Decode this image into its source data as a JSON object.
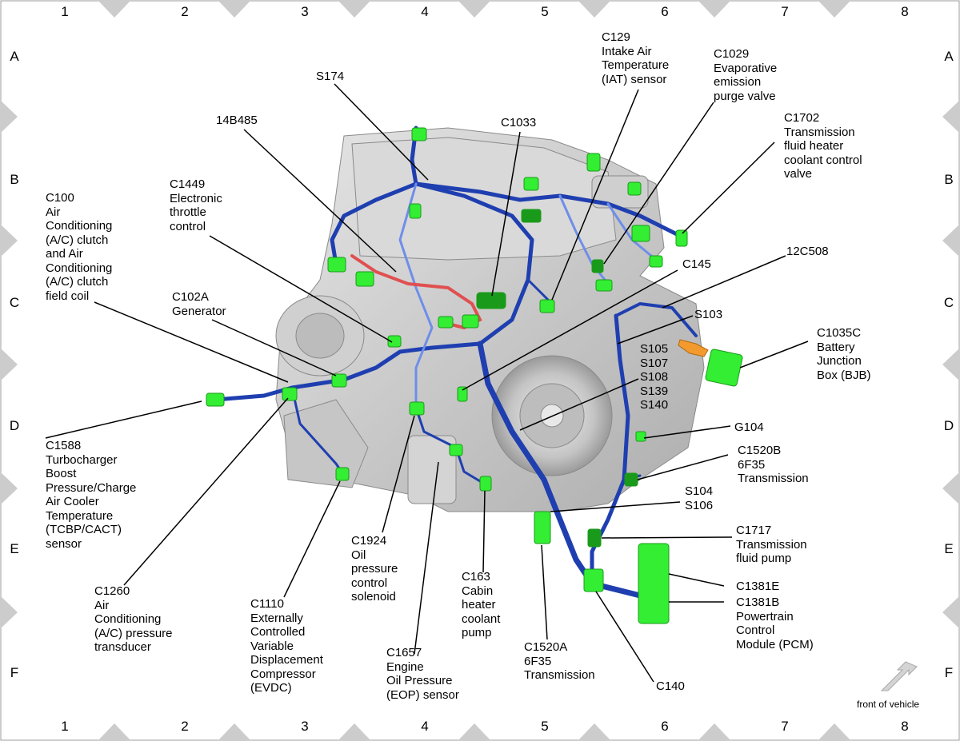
{
  "grid": {
    "columns": [
      "1",
      "2",
      "3",
      "4",
      "5",
      "6",
      "7",
      "8"
    ],
    "rows": [
      "A",
      "B",
      "C",
      "D",
      "E",
      "F"
    ]
  },
  "labels": {
    "s174": "S174",
    "c1033": "C1033",
    "c129": "C129\nIntake Air\nTemperature\n(IAT) sensor",
    "c1029": "C1029\nEvaporative\nemission\npurge valve",
    "c1702": "C1702\nTransmission\nfluid heater\ncoolant control\nvalve",
    "b14b485": "14B485",
    "c1449": "C1449\nElectronic\nthrottle\ncontrol",
    "c100": "C100\nAir\nConditioning\n(A/C) clutch\nand Air\nConditioning\n(A/C) clutch\nfield coil",
    "c102a": "C102A\nGenerator",
    "c145": "C145",
    "c12c508": "12C508",
    "s103": "S103",
    "c1035c": "C1035C\nBattery\nJunction\nBox (BJB)",
    "s105group": "S105\nS107\nS108\nS139\nS140",
    "g104": "G104",
    "c1520b": "C1520B\n6F35\nTransmission",
    "s104group": "S104\nS106",
    "c1717": "C1717\nTransmission\nfluid pump",
    "c1381e": "C1381E",
    "c1381b": "C1381B\nPowertrain\nControl\nModule (PCM)",
    "c140": "C140",
    "c1588": "C1588\nTurbocharger\nBoost\nPressure/Charge\nAir Cooler\nTemperature\n(TCBP/CACT)\nsensor",
    "c1260": "C1260\nAir\nConditioning\n(A/C) pressure\ntransducer",
    "c1110": "C1110\nExternally\nControlled\nVariable\nDisplacement\nCompressor\n(EVDC)",
    "c1924": "C1924\nOil\npressure\ncontrol\nsolenoid",
    "c1657": "C1657\nEngine\nOil Pressure\n(EOP) sensor",
    "c163": "C163\nCabin\nheater\ncoolant\npump",
    "c1520a": "C1520A\n6F35\nTransmission"
  },
  "front_note": "front of vehicle",
  "colors": {
    "harness": "#1f3fb0",
    "harness_light": "#6f8ee8",
    "connector": "#33ee33",
    "connector_dark": "#1a9a1a",
    "highlight": "#e05050",
    "bjb_terminal": "#f29a2e",
    "engine": "#cfcfcf",
    "grid_marker": "#cccccc"
  }
}
